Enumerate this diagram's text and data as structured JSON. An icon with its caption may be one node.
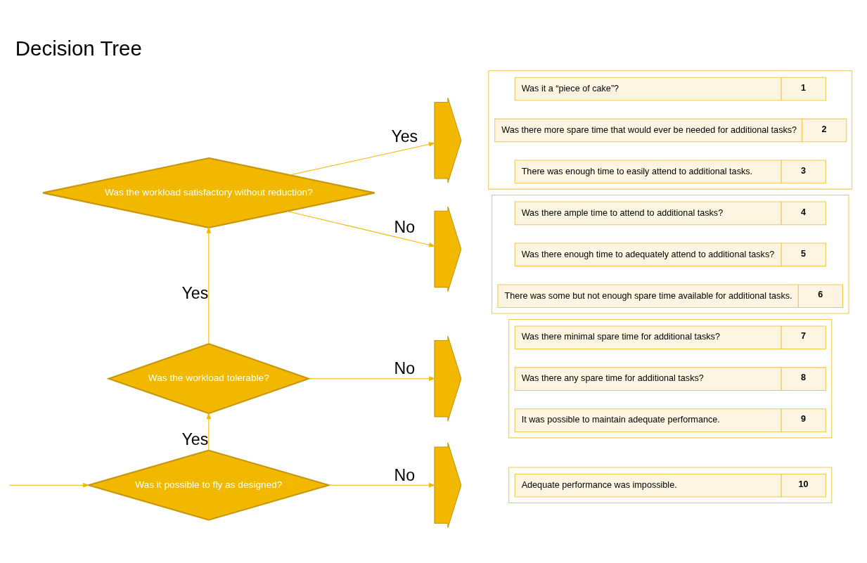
{
  "diagram": {
    "title": "Decision Tree",
    "nodes": [
      {
        "text": [
          "Was the workload satisfactory without reduction?"
        ]
      },
      {
        "text": [
          "Was the workload tolerable?"
        ]
      },
      {
        "text": [
          "Was it possible to fly as designed?"
        ]
      },
      {
        "text": [],
        "shape": "chevron"
      },
      {
        "text": [],
        "shape": "chevron"
      },
      {
        "text": [],
        "shape": "chevron"
      },
      {
        "text": [],
        "shape": "chevron"
      },
      {
        "text": [],
        "shape": "box"
      },
      {
        "text": [
          "Was it a “piece of cake”?",
          "1"
        ],
        "in": 7
      },
      {
        "text": [
          "Was there more spare time that would ever be needed for additional tasks?",
          "2"
        ],
        "in": 7
      },
      {
        "text": [
          "There was enough time to easily attend to additional tasks.",
          "3"
        ],
        "in": 7
      },
      {
        "text": [],
        "shape": "box"
      },
      {
        "text": [
          "Was there ample time to attend to additional tasks?",
          "4"
        ],
        "in": 11
      },
      {
        "text": [
          "Was there enough time to adequately attend to additional tasks?",
          "5"
        ],
        "in": 11
      },
      {
        "text": [
          "There was some but not enough spare time available for additional tasks.",
          "6"
        ],
        "in": 11
      },
      {
        "text": [],
        "shape": "box"
      },
      {
        "text": [
          "Was there minimal spare time for additional tasks?",
          "7"
        ],
        "in": 15
      },
      {
        "text": [
          "Was there any spare time for additional tasks?",
          "8"
        ],
        "in": 15
      },
      {
        "text": [
          "It was possible to maintain adequate performance.",
          "9"
        ],
        "in": 15
      },
      {
        "text": [],
        "shape": "box"
      },
      {
        "text": [
          "Adequate performance was impossible.",
          "10"
        ],
        "in": 19
      }
    ],
    "edges": [
      {
        "from": 2,
        "to": 1,
        "arrow": "to",
        "label": "Yes"
      },
      {
        "from": 1,
        "to": 0,
        "arrow": "to",
        "label": "Yes"
      },
      {
        "from": 0,
        "to": 3,
        "arrow": "to",
        "label": "Yes"
      },
      {
        "from": 0,
        "to": 4,
        "arrow": "to",
        "label": "No"
      },
      {
        "from": 1,
        "to": 5,
        "arrow": "to",
        "label": "No"
      },
      {
        "from": 2,
        "to": 6,
        "arrow": "to",
        "label": "No"
      },
      {
        "from": null,
        "to": 2,
        "arrow": "to"
      }
    ]
  }
}
